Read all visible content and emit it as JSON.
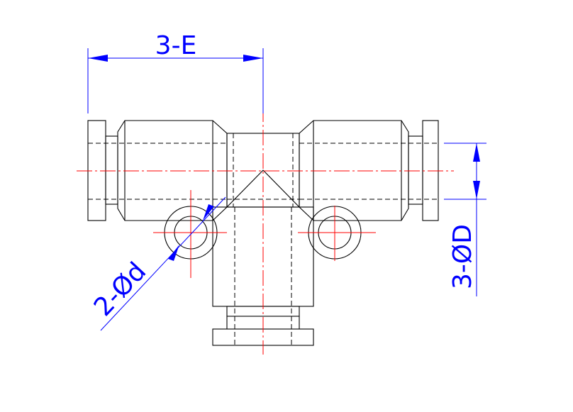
{
  "drawing": {
    "colors": {
      "outline": "#000000",
      "centerline": "#ff0000",
      "dimension": "#0000ff",
      "background": "#ffffff"
    },
    "dimensions": {
      "span_label": "3-E",
      "bore_label": "3-ØD",
      "mount_hole_label": "2-Ød"
    }
  }
}
